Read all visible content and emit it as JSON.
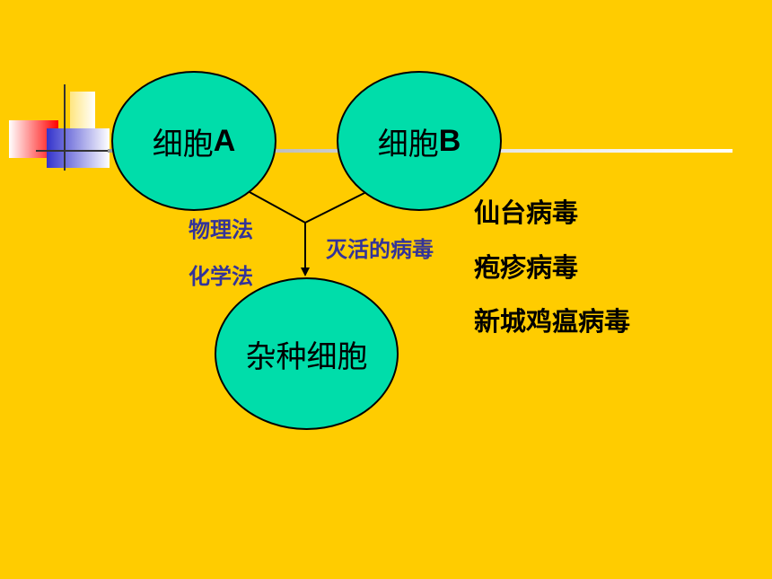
{
  "cells": {
    "a": {
      "text": "细胞",
      "letter": "A"
    },
    "b": {
      "text": "细胞",
      "letter": "B"
    },
    "hybrid": "杂种细胞"
  },
  "methods": {
    "physical": "物理法",
    "chemical": "化学法",
    "virus": "灭活的病毒"
  },
  "viruses": [
    "仙台病毒",
    "疱疹病毒",
    "新城鸡瘟病毒"
  ],
  "colors": {
    "background": "#FFCC00",
    "cell_fill": "#00DDAA",
    "method_text": "#333399"
  }
}
